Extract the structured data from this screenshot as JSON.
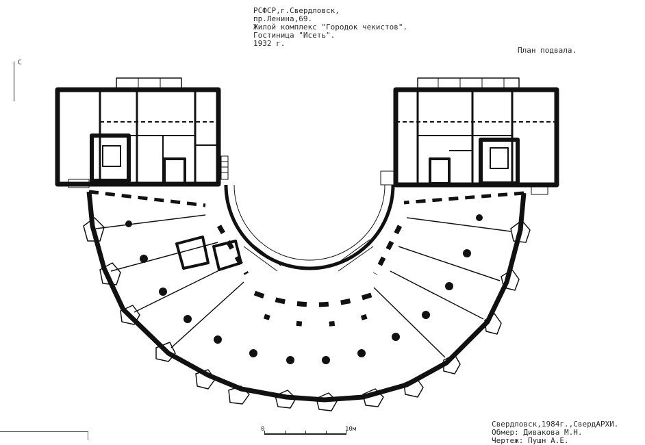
{
  "title_block": {
    "line1": "РСФСР,г.Свердловск,",
    "line2": "пр.Ленина,69.",
    "line3": "Жилой комплекс \"Городок чекистов\".",
    "line4": "Гостиница \"Исеть\".",
    "line5": "1932 г."
  },
  "plan_label": "План подвала.",
  "north_letter": "С",
  "scale": {
    "zero": "0",
    "ten": "10м"
  },
  "credits": {
    "line1": "Свердловск,1984г.,СвердАРХИ.",
    "line2": "Обмер: Дивакова М.Н.",
    "line3": "Чертеж: Пушн А.Е."
  }
}
